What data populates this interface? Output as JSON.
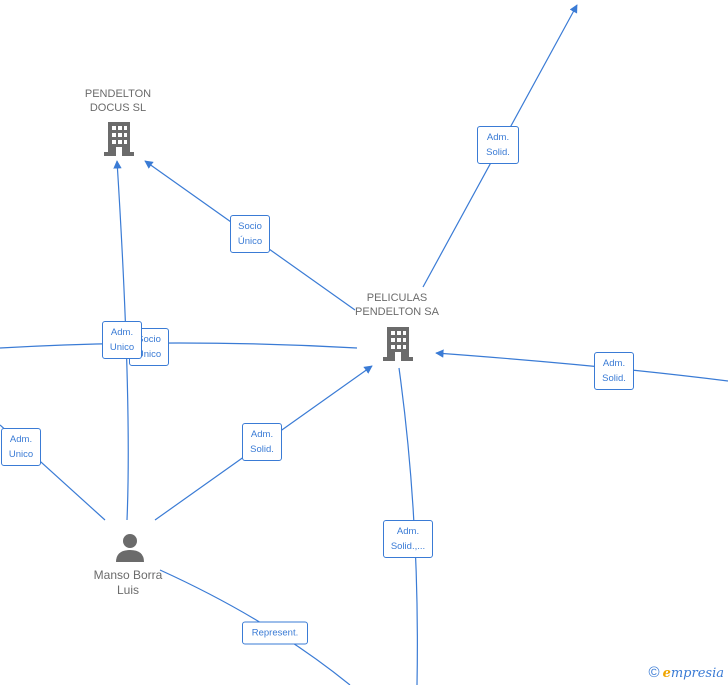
{
  "nodes": {
    "pendelton_docus": {
      "line1": "PENDELTON",
      "line2": "DOCUS  SL"
    },
    "peliculas": {
      "line1": "PELICULAS",
      "line2": "PENDELTON SA"
    },
    "manso": {
      "line1": "Manso Borra",
      "line2": "Luis"
    }
  },
  "edge_labels": {
    "adm_solid_top": {
      "line1": "Adm.",
      "line2": "Solid."
    },
    "socio_unico": {
      "line1": "Socio",
      "line2": "Único"
    },
    "socio_unico_hidden": {
      "line1": "Socio",
      "line2": "Único"
    },
    "adm_unico_center": {
      "line1": "Adm.",
      "line2": "Unico"
    },
    "adm_solid_right": {
      "line1": "Adm.",
      "line2": "Solid."
    },
    "adm_unico_left": {
      "line1": "Adm.",
      "line2": "Unico"
    },
    "adm_solid_mid": {
      "line1": "Adm.",
      "line2": "Solid."
    },
    "adm_solid_bottom": {
      "line1": "Adm.",
      "line2": "Solid.,..."
    },
    "represent": {
      "line1": "Represent."
    }
  },
  "footer": {
    "copyright": "©",
    "brand_e": "e",
    "brand_rest": "mpresia"
  },
  "colors": {
    "edge": "#3a7bd5",
    "node_icon": "#6b6b6b",
    "text": "#6b6b6b"
  }
}
